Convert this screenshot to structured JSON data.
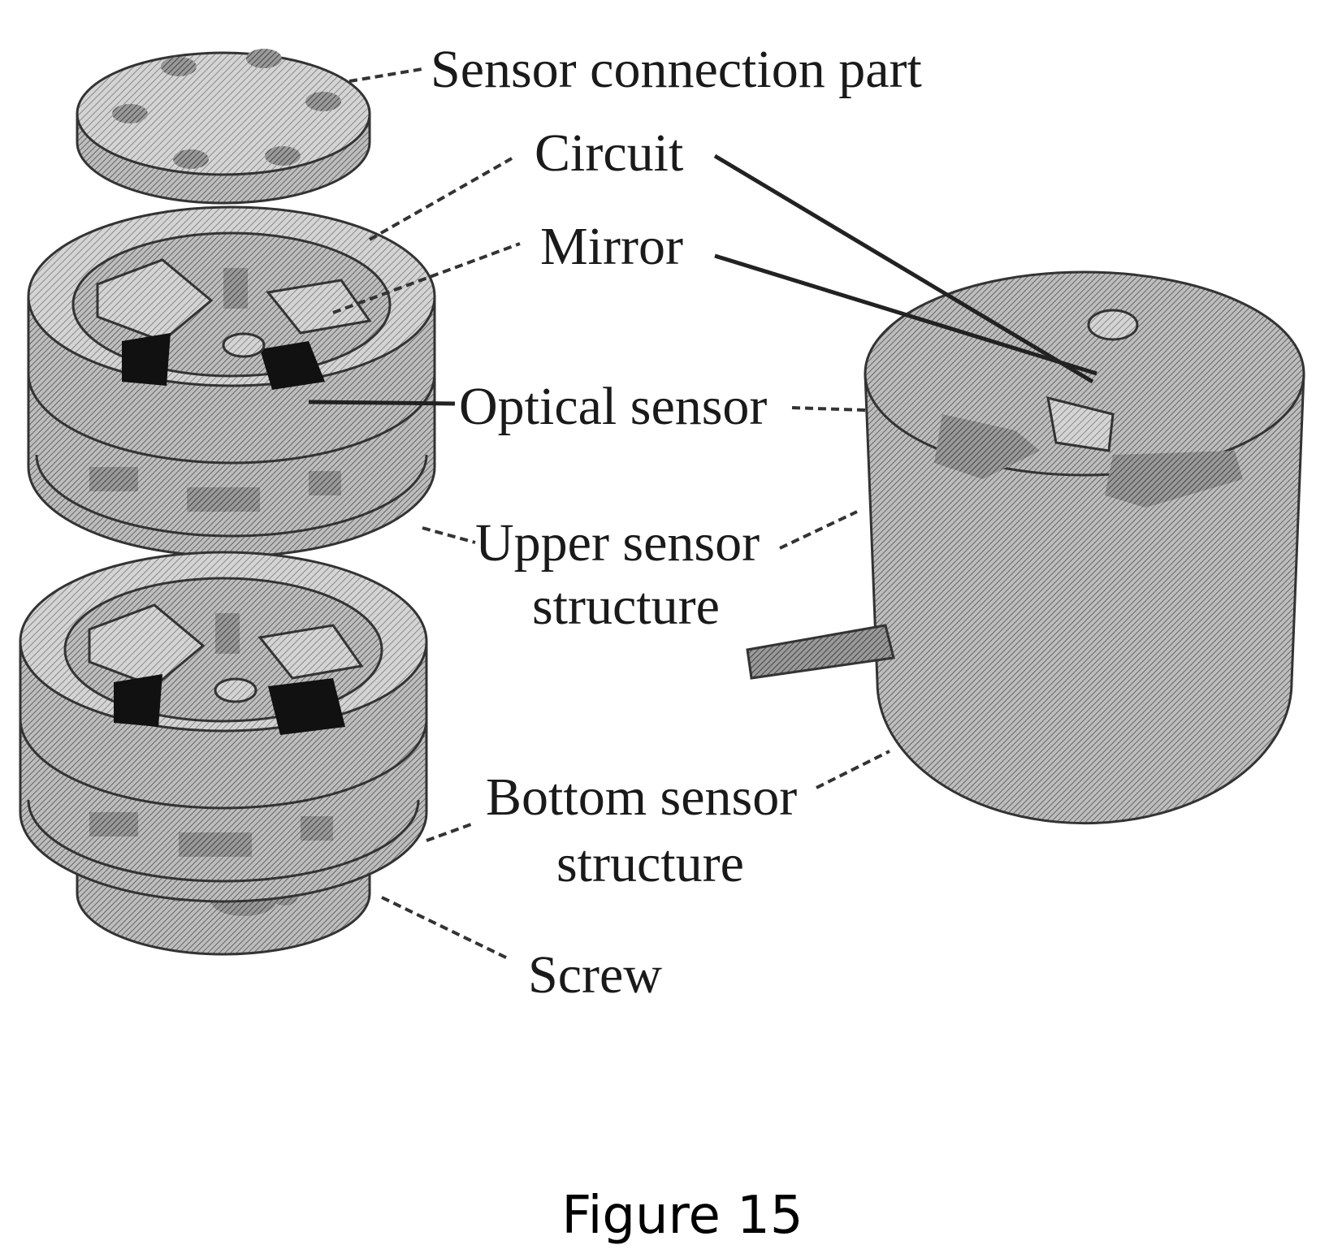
{
  "labels": {
    "sensor_connection_part": "Sensor connection part",
    "circuit": "Circuit",
    "mirror": "Mirror",
    "optical_sensor": "Optical sensor",
    "upper_sensor_structure_line1": "Upper sensor",
    "upper_sensor_structure_line2": "structure",
    "bottom_sensor_structure_line1": "Bottom sensor",
    "bottom_sensor_structure_line2": "structure",
    "screw": "Screw"
  },
  "caption": "Figure 15"
}
